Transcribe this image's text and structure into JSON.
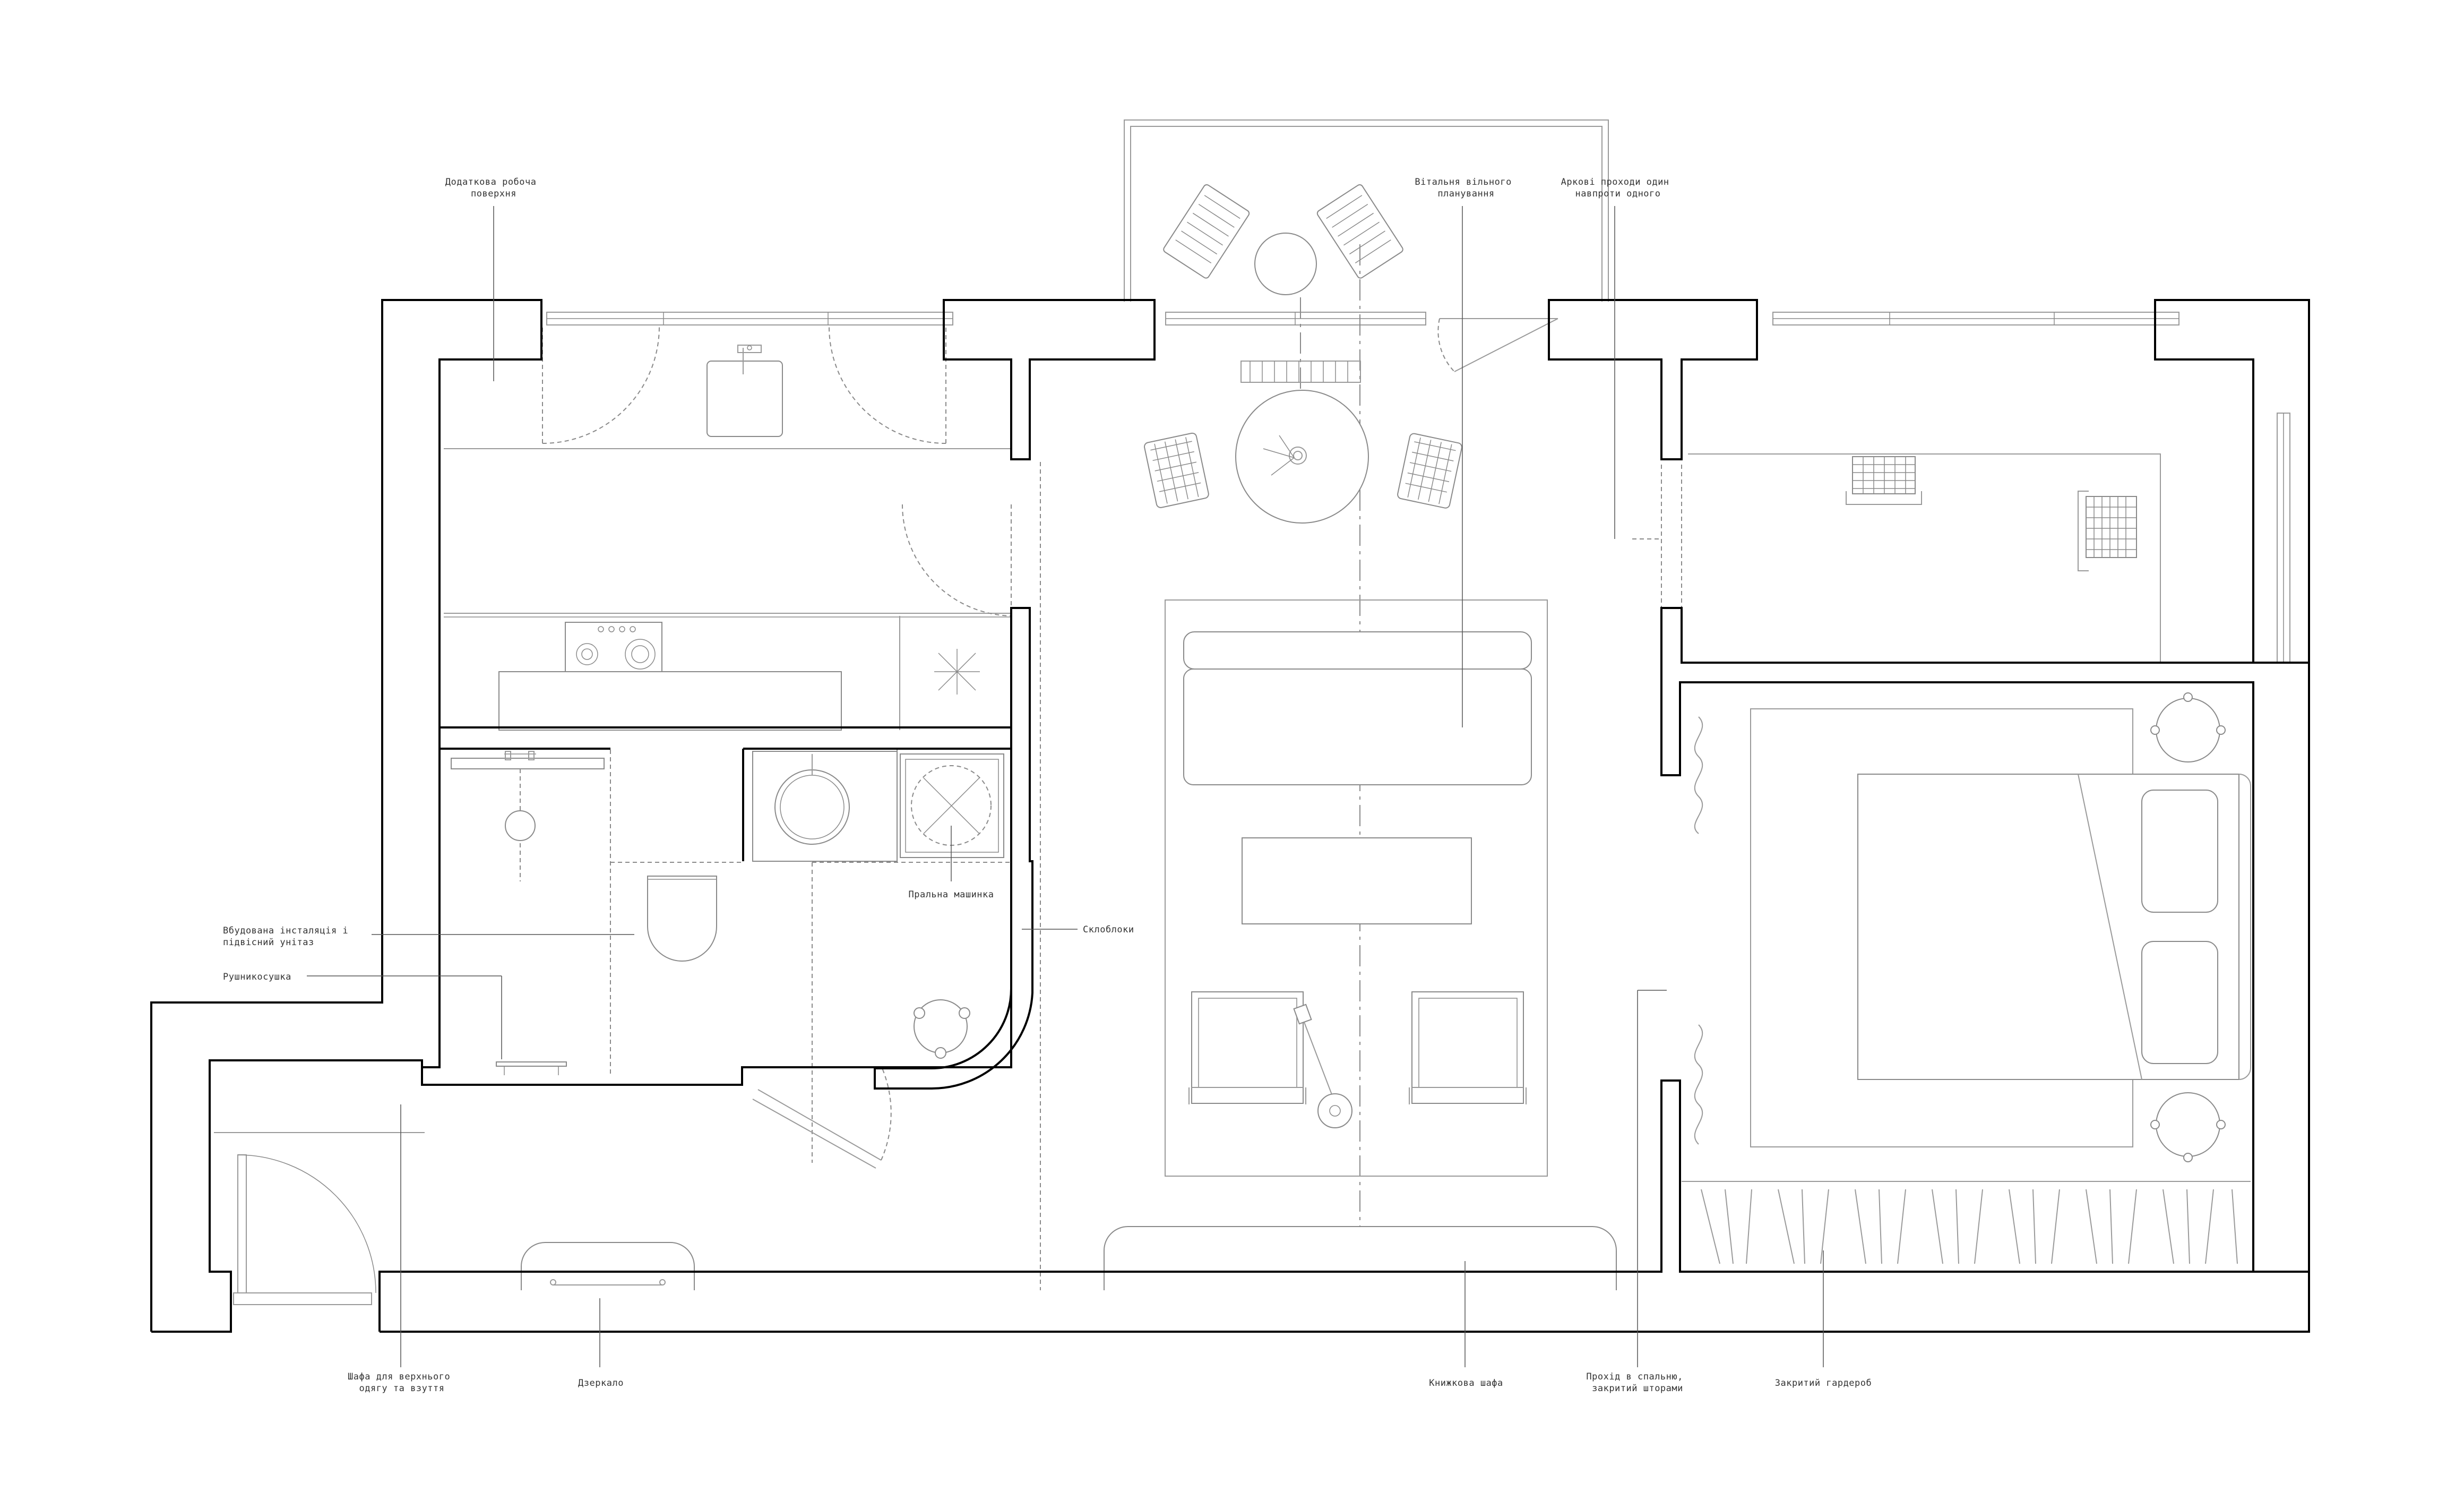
{
  "plan": {
    "labels": {
      "extra_work_surface": [
        "Додаткова робоча",
        "поверхня"
      ],
      "open_plan_living": [
        "Вітальня вільного",
        "планування"
      ],
      "arch_passages": [
        "Аркові проходи один",
        "навпроти одного"
      ],
      "builtin_toilet": [
        "Вбудована інсталяція і",
        "підвісний унітаз"
      ],
      "towel_dryer": [
        "Рушникосушка"
      ],
      "washing_machine": [
        "Пральна машинка"
      ],
      "glass_blocks": [
        "Склоблоки"
      ],
      "outerwear_wardrobe": [
        "Шафа для верхнього",
        "одягу та взуття"
      ],
      "mirror": [
        "Дзеркало"
      ],
      "bookcase": [
        "Книжкова шафа"
      ],
      "bedroom_passage": [
        "Прохід в спальню,",
        "закритий шторами"
      ],
      "closed_wardrobe": [
        "Закритий гардероб"
      ]
    }
  }
}
